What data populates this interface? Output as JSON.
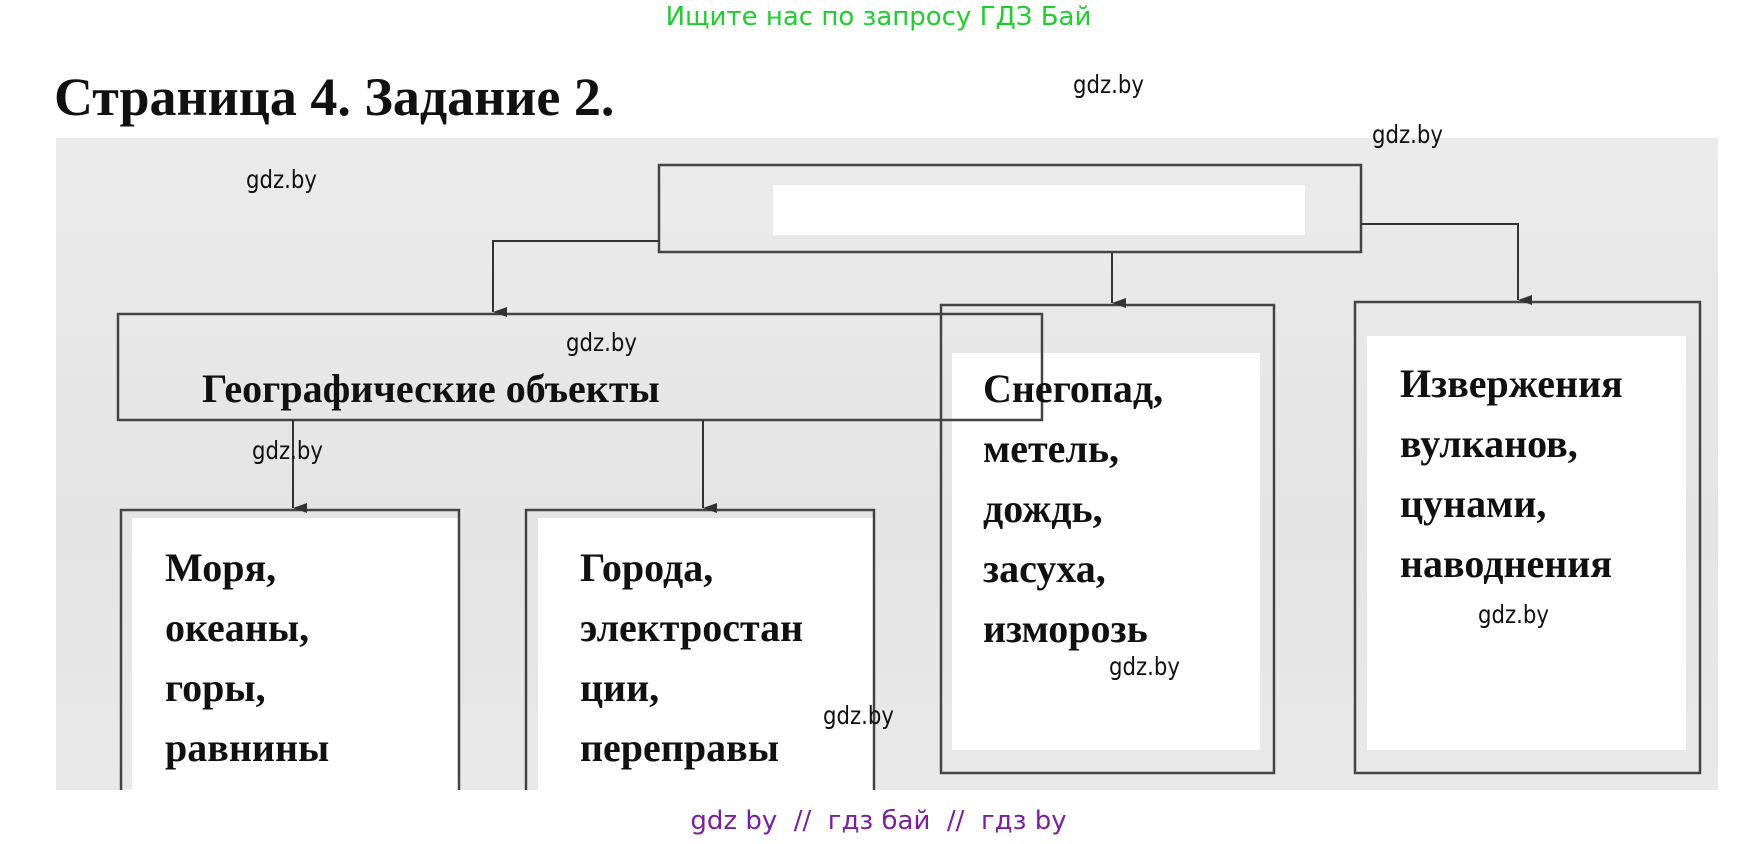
{
  "header": {
    "promo": "Ищите нас по запросу ГДЗ Бай",
    "promo_color": "#1fcf2f"
  },
  "title": "Страница 4. Задание 2.",
  "diagram": {
    "root": "",
    "group": "Географические объекты",
    "group_children": [
      {
        "lines": [
          "Моря,",
          "океаны,",
          "горы,",
          "равнины"
        ]
      },
      {
        "lines": [
          "Города,",
          "электростан",
          "ции,",
          "переправы"
        ]
      }
    ],
    "phenomena": [
      {
        "lines": [
          "Снегопад,",
          "метель,",
          "дождь,",
          "засуха,",
          "изморозь"
        ]
      },
      {
        "lines": [
          "Извержения",
          "вулканов,",
          "цунами,",
          "наводнения"
        ]
      }
    ]
  },
  "watermark": "gdz.by",
  "footer": {
    "text": "gdz by  //  гдз бай  //  гдз by",
    "color": "#7b1fa2"
  }
}
